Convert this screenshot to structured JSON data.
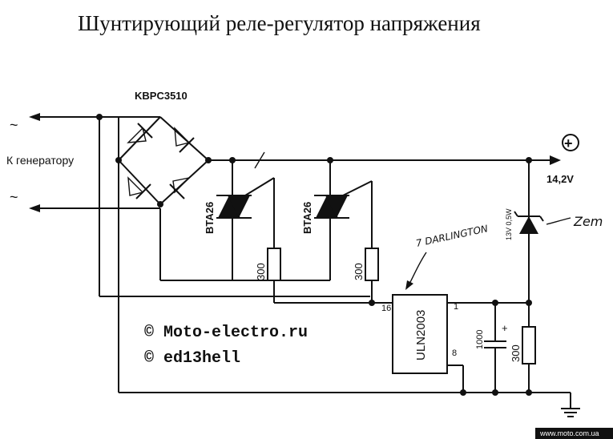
{
  "title": "Шунтирующий реле-регулятор напряжения",
  "bridge_label": "KBPC3510",
  "generator_label": "К генератору",
  "ac_symbol": "~",
  "plus_symbol": "+",
  "output_voltage": "14,2V",
  "triac1_label": "BTA26",
  "triac2_label": "BTA26",
  "res1_label": "300",
  "res2_label": "300",
  "res3_label": "300",
  "zener_label": "13V 0,5W",
  "zener_note": "Zem",
  "ic_label": "ULN2003",
  "ic_note": "7 DARLINGTON",
  "pin16": "16",
  "pin1": "1",
  "pin8": "8",
  "cap_label": "1000",
  "cap_plus": "+",
  "copyright1": "© Moto-electro.ru",
  "copyright2": "© ed13hell",
  "footer": "www.moto.com.ua"
}
